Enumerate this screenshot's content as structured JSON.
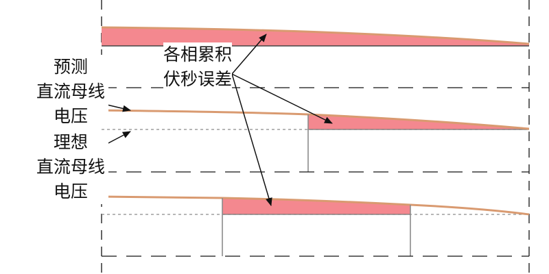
{
  "labels": {
    "predicted_voltage": [
      "预测",
      "直流母线",
      "电压"
    ],
    "ideal_voltage": [
      "理想",
      "直流母线",
      "电压"
    ],
    "error_label": [
      "各相累积",
      "伏秒误差"
    ]
  },
  "colors": {
    "error_fill": "#f4888f",
    "predicted_line": "#d99a70",
    "ideal_line": "#8a8a8a",
    "step_line": "#8a8a8a",
    "dash_line": "#111111",
    "arrow": "#111111"
  }
}
